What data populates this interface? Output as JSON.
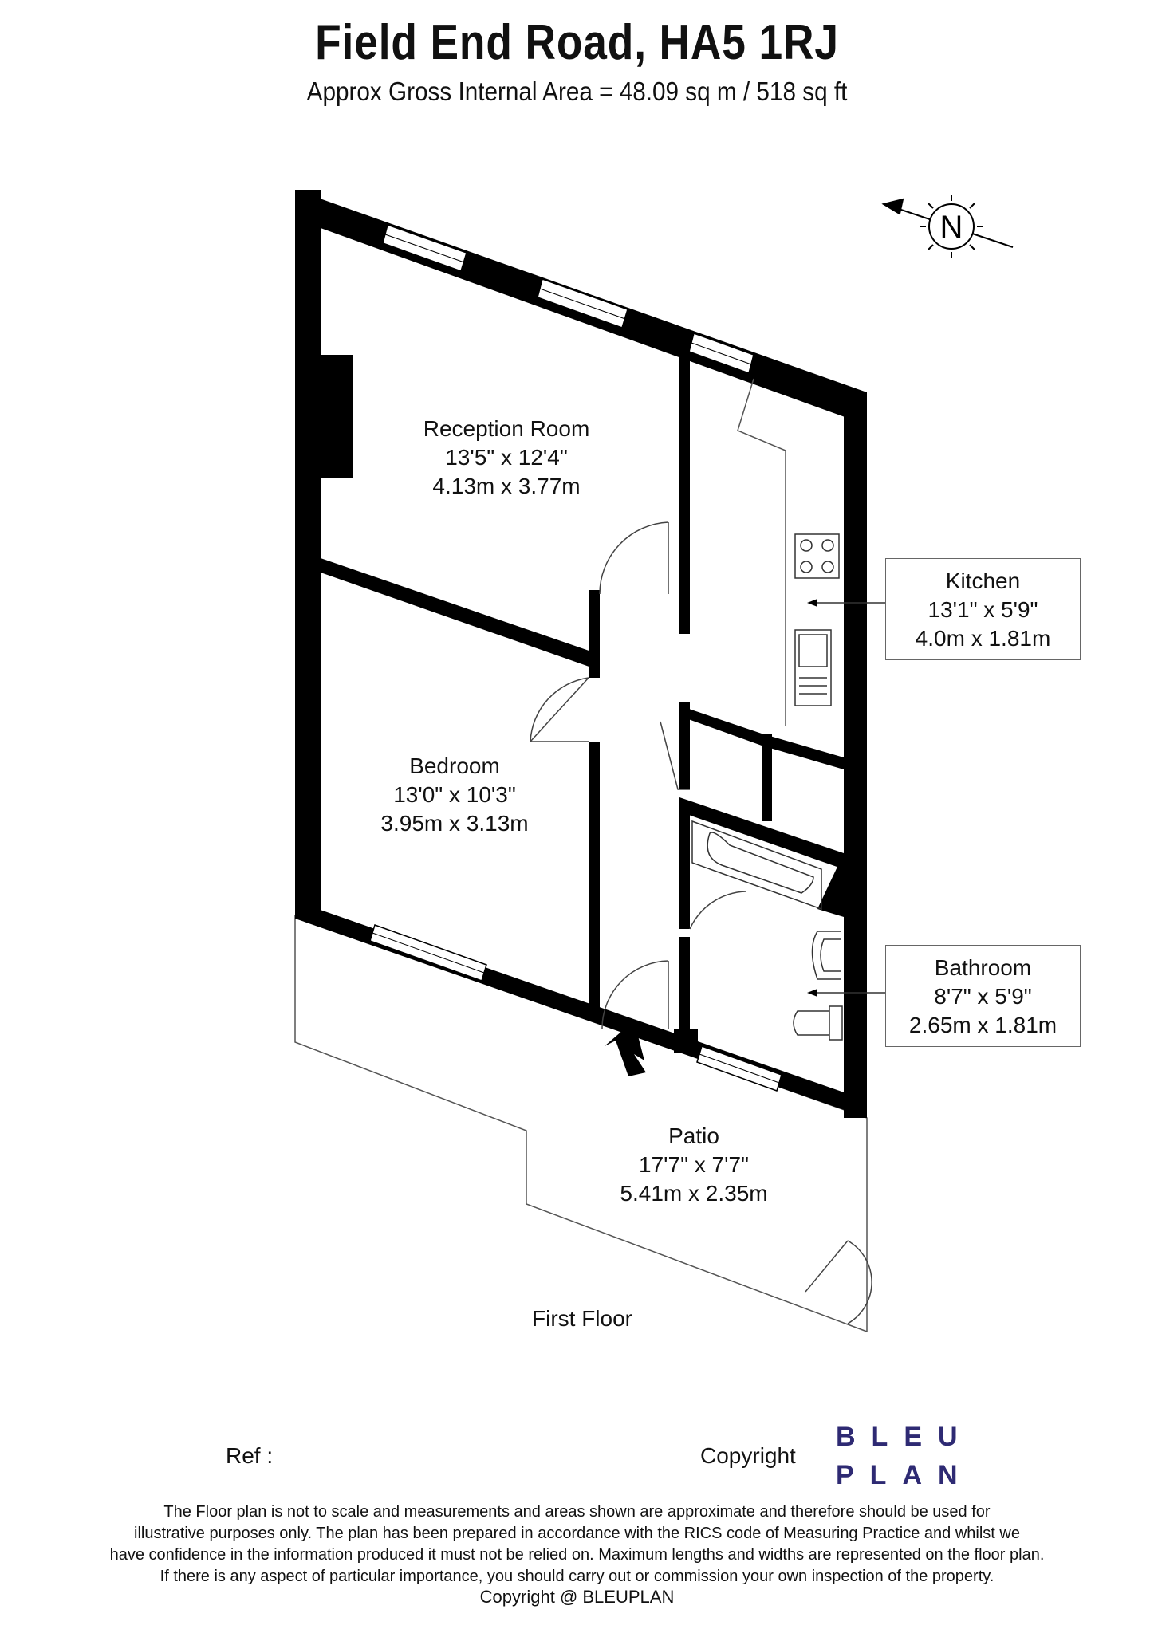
{
  "header": {
    "title": "Field End Road, HA5 1RJ",
    "subtitle": "Approx Gross Internal Area = 48.09 sq m / 518 sq ft"
  },
  "compass": {
    "label": "N",
    "icon": "compass-north-icon"
  },
  "rooms": {
    "reception": {
      "name": "Reception Room",
      "imperial": "13'5\" x 12'4\"",
      "metric": "4.13m x 3.77m"
    },
    "bedroom": {
      "name": "Bedroom",
      "imperial": "13'0\" x 10'3\"",
      "metric": "3.95m x 3.13m"
    },
    "patio": {
      "name": "Patio",
      "imperial": "17'7\" x 7'7\"",
      "metric": "5.41m x 2.35m"
    },
    "kitchen": {
      "name": "Kitchen",
      "imperial": "13'1\" x 5'9\"",
      "metric": "4.0m x 1.81m"
    },
    "bathroom": {
      "name": "Bathroom",
      "imperial": "8'7\" x 5'9\"",
      "metric": "2.65m x 1.81m"
    }
  },
  "floor_label": "First Floor",
  "footer": {
    "ref_label": "Ref  :",
    "copyright_label": "Copyright",
    "logo_line1": "BLEU",
    "logo_line2": "PLAN",
    "disclaimer": [
      "The Floor plan is not to scale and measurements and areas shown are approximate and therefore should be used for",
      "illustrative purposes only. The plan has been prepared in accordance with the RICS code of Measuring Practice and whilst we",
      "have confidence in the information produced it must not be relied on. Maximum lengths and widths are represented on the floor plan.",
      "If there is any aspect of particular importance, you should carry out or commission your own inspection of the property."
    ],
    "copyright_text": "Copyright @ BLEUPLAN"
  },
  "colors": {
    "wall": "#000000",
    "logo": "#2e2a73",
    "callout_border": "#666666"
  }
}
